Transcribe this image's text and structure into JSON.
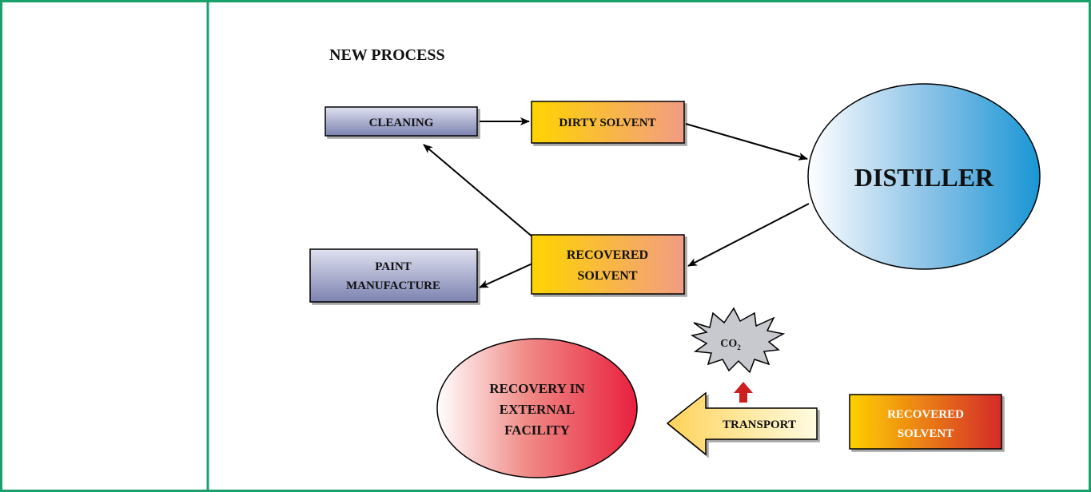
{
  "title": "NEW PROCESS",
  "nodes": {
    "cleaning": "CLEANING",
    "dirty_solvent": "DIRTY SOLVENT",
    "distiller": "DISTILLER",
    "recovered_solvent": {
      "line1": "RECOVERED",
      "line2": "SOLVENT"
    },
    "paint_manufacture": {
      "line1": "PAINT",
      "line2": "MANUFACTURE"
    },
    "co2": {
      "main": "CO",
      "sub": "2"
    },
    "recovery_external": {
      "line1": "RECOVERY IN",
      "line2": "EXTERNAL",
      "line3": "FACILITY"
    },
    "transport": "TRANSPORT",
    "recovered_solvent_external": {
      "line1": "RECOVERED",
      "line2": "SOLVENT"
    }
  },
  "colors": {
    "table_border": "#1aa06a",
    "process_box_top": "#dfe1ef",
    "process_box_bottom": "#7c82b0",
    "solvent_box_left": "#ffd400",
    "solvent_box_right": "#f29c84",
    "distiller_light": "#ffffff",
    "distiller_dark": "#1996d4",
    "recovery_light": "#ffffff",
    "recovery_dark": "#e8203e",
    "external_solvent_left": "#ffd000",
    "external_solvent_right": "#d42a2a",
    "transport_left": "#ffd35a",
    "transport_right": "#fffbe0",
    "up_arrow": "#cc1f1f",
    "co2_fill": "#c8c9ce"
  }
}
